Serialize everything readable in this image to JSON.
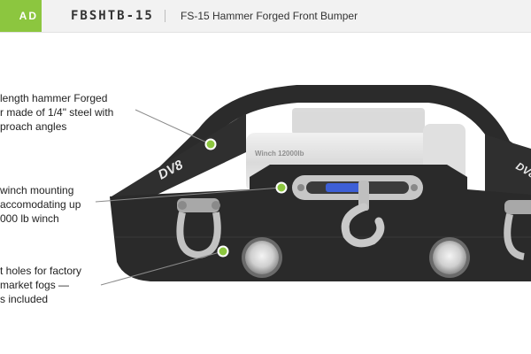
{
  "header": {
    "tag": "AD",
    "sku": "FBSHTB-15",
    "product_title": "FS-15 Hammer Forged Front Bumper"
  },
  "callouts": [
    {
      "text": "length hammer Forged\nr made of 1/4\" steel with\nproach angles"
    },
    {
      "text": "winch mounting\naccomodating up\n000 lb winch"
    },
    {
      "text": "t holes for factory\nmarket fogs —\ns included"
    }
  ],
  "product": {
    "winch_label": "Winch 12000lb",
    "logo_text": "DV8"
  },
  "colors": {
    "accent": "#8cc63f",
    "bumper": "#2b2b2b",
    "header_bg": "#f2f2f2"
  }
}
